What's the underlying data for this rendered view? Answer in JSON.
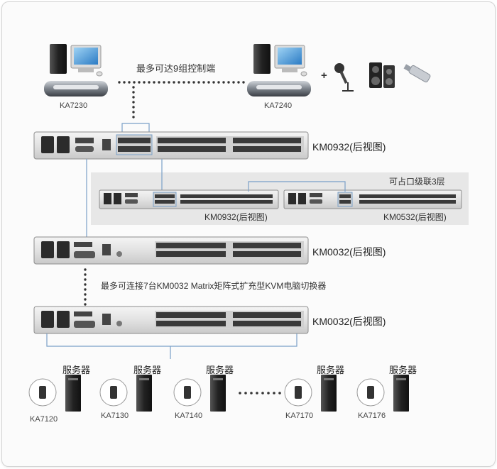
{
  "title_consoles": "最多可达9组控制端",
  "cascade_note": "可占口级联3层",
  "matrix_note": "最多可连接7台KM0032 Matrix矩阵式扩充型KVM电脑切换器",
  "plus_sign": "+",
  "consoles": [
    {
      "model": "KA7230"
    },
    {
      "model": "KA7240"
    }
  ],
  "switches": {
    "top": "KM0932(后视图)",
    "cascade_left": "KM0932(后视图)",
    "cascade_right": "KM0532(后视图)",
    "mid": "KM0032(后视图)",
    "bottom": "KM0032(后视图)"
  },
  "servers": [
    {
      "label": "服务器",
      "adapter": "KA7120"
    },
    {
      "label": "服务器",
      "adapter": "KA7130"
    },
    {
      "label": "服务器",
      "adapter": "KA7140"
    },
    {
      "label": "服务器",
      "adapter": "KA7170"
    },
    {
      "label": "服务器",
      "adapter": "KA7176"
    }
  ]
}
